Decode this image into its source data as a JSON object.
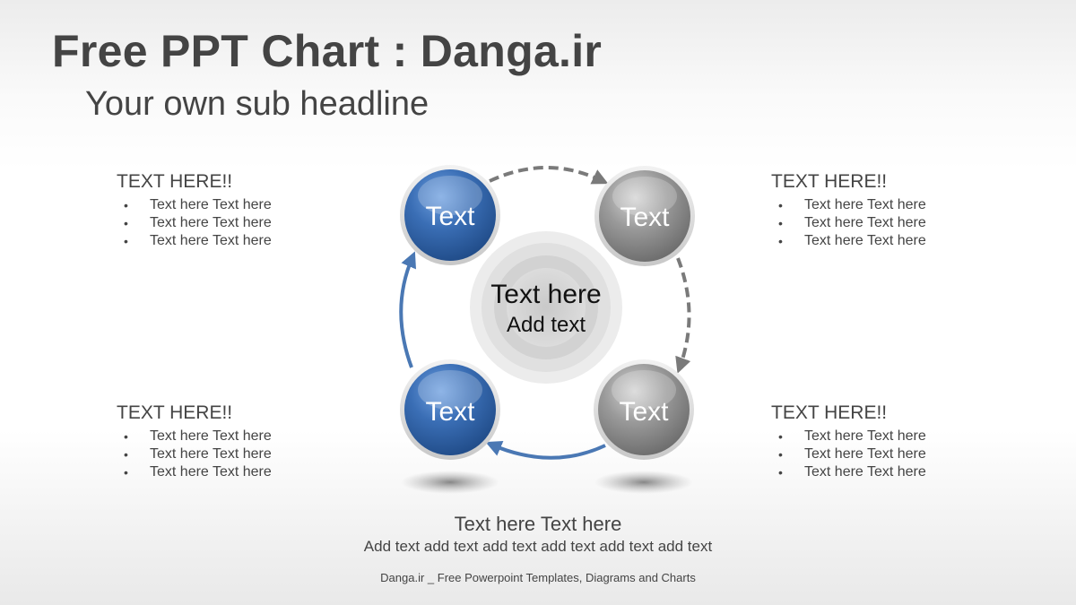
{
  "header": {
    "title": "Free PPT Chart : Danga.ir",
    "subtitle": "Your own sub headline"
  },
  "blocks": {
    "top_left": {
      "heading": "TEXT HERE!!",
      "items": [
        "Text here Text here",
        "Text here Text here",
        "Text here Text here"
      ]
    },
    "top_right": {
      "heading": "TEXT HERE!!",
      "items": [
        "Text here Text here",
        "Text here Text here",
        "Text here Text here"
      ]
    },
    "bottom_left": {
      "heading": "TEXT HERE!!",
      "items": [
        "Text here Text here",
        "Text here Text here",
        "Text here Text here"
      ]
    },
    "bottom_right": {
      "heading": "TEXT HERE!!",
      "items": [
        "Text here Text here",
        "Text here Text here",
        "Text here Text here"
      ]
    }
  },
  "diagram": {
    "circles": {
      "top_left": "Text",
      "top_right": "Text",
      "bottom_left": "Text",
      "bottom_right": "Text"
    },
    "center": {
      "main": "Text here",
      "sub": "Add text"
    }
  },
  "bottom": {
    "title": "Text here Text here",
    "subtitle": "Add text add text add text add text add text add text"
  },
  "footer": "Danga.ir _ Free Powerpoint Templates, Diagrams and Charts",
  "colors": {
    "blue": "#3a6eb5",
    "gray": "#8c8c8c",
    "text": "#444444",
    "arrow_blue": "#4a78b4",
    "arrow_gray": "#7a7a7a"
  }
}
